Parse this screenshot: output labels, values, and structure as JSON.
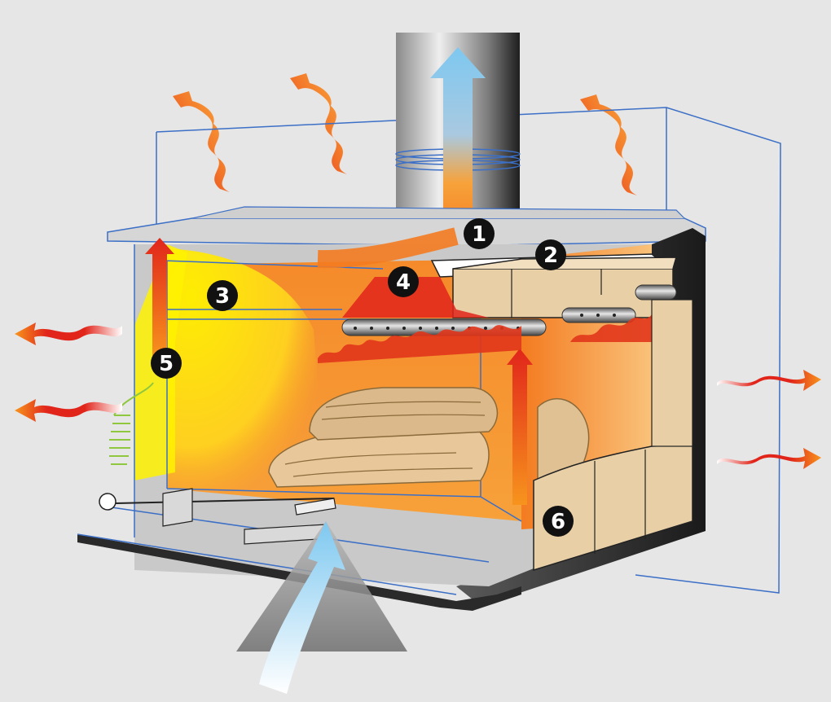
{
  "diagram": {
    "colors": {
      "background": "#e6e6e6",
      "outline": "#3c6fc6",
      "flame_orange": "#f7941d",
      "hot_red": "#e1251b",
      "heat_yellow": "#fff200",
      "cool_air_blue": "#7ec8f0",
      "firebrick_tan": "#e8cfa6",
      "steel_grey": "#4a4a4a"
    },
    "markers": [
      {
        "label": "1",
        "icon": "number-badge-icon"
      },
      {
        "label": "2",
        "icon": "number-badge-icon"
      },
      {
        "label": "3",
        "icon": "number-badge-icon"
      },
      {
        "label": "4",
        "icon": "number-badge-icon"
      },
      {
        "label": "5",
        "icon": "number-badge-icon"
      },
      {
        "label": "6",
        "icon": "number-badge-icon"
      }
    ],
    "icons": {
      "heat_wave": "heat-wave-icon",
      "chimney_flow": "exhaust-arrow-icon",
      "intake_air": "intake-air-arrow-icon",
      "flames": "flame-icon",
      "logs": "firewood-icon"
    }
  }
}
